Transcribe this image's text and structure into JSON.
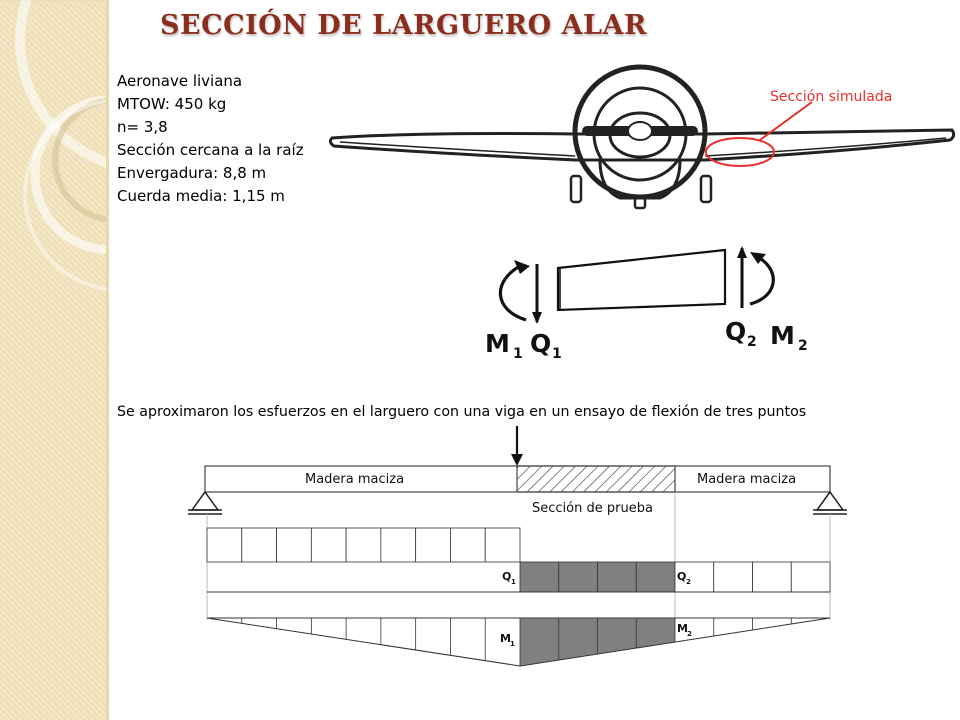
{
  "title": "SECCIÓN DE LARGUERO ALAR",
  "specs": [
    "Aeronave liviana",
    "MTOW: 450 kg",
    "n= 3,8",
    "Sección cercana a la raíz",
    "Envergadura: 8,8 m",
    "Cuerda media: 1,15 m"
  ],
  "aircraft": {
    "callout": "Sección simulada",
    "callout_color": "#e8302c"
  },
  "section_labels": {
    "m1": "M",
    "q1": "Q",
    "q2": "Q",
    "m2": "M",
    "sub1": "1",
    "sub2": "2"
  },
  "caption": "Se aproximaron los esfuerzos en el larguero con una viga en un ensayo de flexión de tres puntos",
  "beam": {
    "left_label": "Madera maciza",
    "right_label": "Madera maciza",
    "test_label": "Sección de prueba",
    "q1": "Q",
    "q2": "Q",
    "m1": "M",
    "m2": "M",
    "sub1": "1",
    "sub2": "2"
  },
  "colors": {
    "title": "#8b2e1e",
    "band": "#f3e6c4",
    "shaded": "#808080"
  }
}
